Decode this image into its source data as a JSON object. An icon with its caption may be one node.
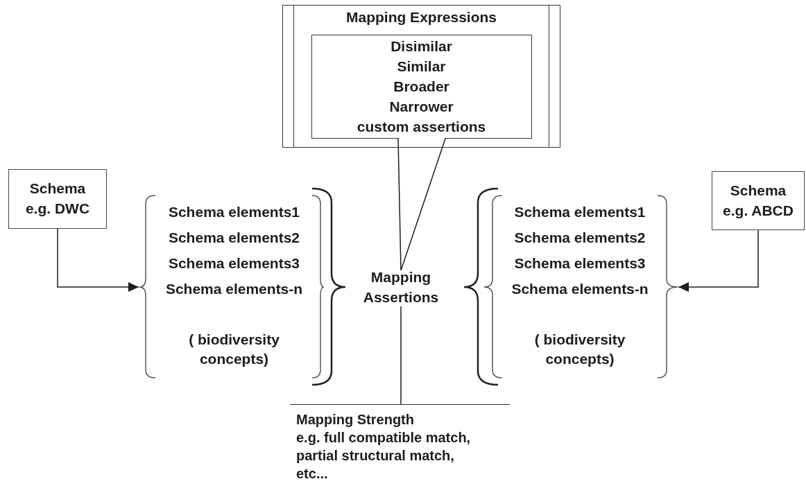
{
  "diagram": {
    "nodes": [
      {
        "text": [
          "Mapping Expressions"
        ]
      },
      {
        "text": [
          "Disimilar",
          "Similar",
          "Broader",
          "Narrower",
          "custom assertions"
        ],
        "in": 0
      },
      {
        "text": [
          "Schema",
          "e.g. DWC"
        ]
      },
      {
        "text": [
          "Schema elements1",
          "Schema elements2",
          "Schema elements3",
          "Schema elements-n",
          "( biodiversity concepts)"
        ]
      },
      {
        "text": [
          "Mapping Assertions"
        ]
      },
      {
        "text": [
          "Schema elements1",
          "Schema elements2",
          "Schema elements3",
          "Schema elements-n",
          "( biodiversity concepts)"
        ]
      },
      {
        "text": [
          "Schema",
          "e.g. ABCD"
        ]
      },
      {
        "text": [
          "Mapping Strength",
          "e.g. full compatible match, partial structural match, etc..."
        ]
      }
    ],
    "edges": [
      {
        "from": 2,
        "to": 3,
        "arrow": "to"
      },
      {
        "from": 6,
        "to": 5,
        "arrow": "to"
      },
      {
        "from": 1,
        "to": 4,
        "arrow": "none"
      },
      {
        "from": 4,
        "to": 7,
        "arrow": "none"
      }
    ]
  }
}
